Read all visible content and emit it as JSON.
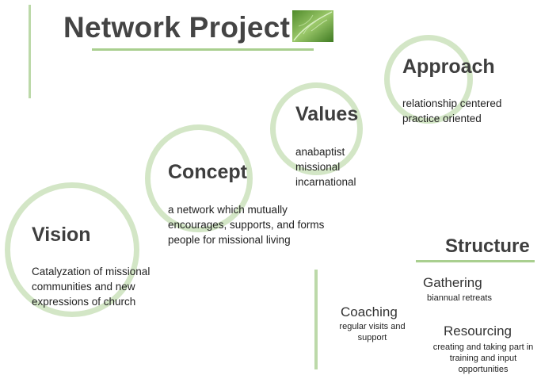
{
  "title": "Network Project",
  "colors": {
    "accent_green": "#a9cf8f",
    "ring_green": "#d3e6c6",
    "text_dark": "#444444"
  },
  "decoration": {
    "leaf": "leaf-image-icon"
  },
  "steps": {
    "vision": {
      "heading": "Vision",
      "lines": [
        "Catalyzation of missional",
        "communities and new",
        "expressions of church"
      ]
    },
    "concept": {
      "heading": "Concept",
      "lines": [
        "a network which mutually",
        "encourages, supports, and forms",
        "people for  missional living"
      ]
    },
    "values": {
      "heading": "Values",
      "lines": [
        "anabaptist",
        "missional",
        "incarnational"
      ]
    },
    "approach": {
      "heading": "Approach",
      "lines": [
        "relationship centered",
        "practice oriented"
      ]
    }
  },
  "structure": {
    "heading": "Structure",
    "gathering": {
      "label": "Gathering",
      "desc": "biannual retreats"
    },
    "coaching": {
      "label": "Coaching",
      "desc_lines": [
        "regular visits and",
        "support"
      ]
    },
    "resourcing": {
      "label": "Resourcing",
      "desc_lines": [
        "creating and taking part in",
        "training and input",
        "opportunities"
      ]
    }
  }
}
